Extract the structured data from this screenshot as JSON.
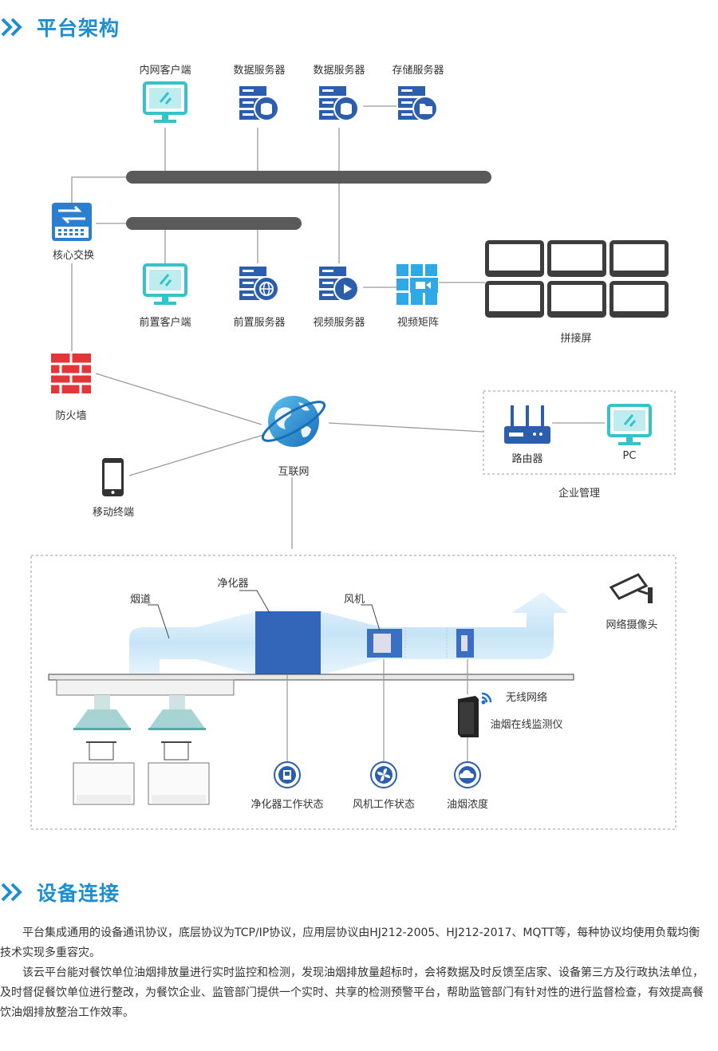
{
  "sections": {
    "architecture_title": "平台架构",
    "connection_title": "设备连接"
  },
  "nodes": {
    "intranet_client": "内网客户端",
    "data_server_1": "数据服务器",
    "data_server_2": "数据服务器",
    "storage_server": "存储服务器",
    "core_switch": "核心交换",
    "front_client": "前置客户端",
    "front_server": "前置服务器",
    "video_server": "视频服务器",
    "video_matrix": "视频矩阵",
    "splice_screen": "拼接屏",
    "firewall": "防火墙",
    "internet": "互联网",
    "mobile": "移动终端",
    "router": "路由器",
    "pc": "PC",
    "enterprise": "企业管理"
  },
  "site": {
    "duct": "烟道",
    "purifier": "净化器",
    "fan": "风机",
    "camera": "网络摄像头",
    "wireless": "无线网络",
    "monitor": "油烟在线监测仪",
    "purifier_status": "净化器工作状态",
    "fan_status": "风机工作状态",
    "smoke_density": "油烟浓度"
  },
  "text": {
    "para1": "平台集成通用的设备通讯协议，底层协议为TCP/IP协议，应用层协议由HJ212-2005、HJ212-2017、MQTT等，每种协议均使用负载均衡技术实现多重容灾。",
    "para2": "该云平台能对餐饮单位油烟排放量进行实时监控和检测，发现油烟排放量超标时，会将数据及时反馈至店家、设备第三方及行政执法单位，及时督促餐饮单位进行整改，为餐饮企业、监管部门提供一个实时、共享的检测预警平台，帮助监管部门有针对性的进行监督检查，有效提高餐饮油烟排放整治工作效率。"
  },
  "colors": {
    "accent": "#1d8fd0",
    "server_blue": "#2b5fae",
    "monitor_teal": "#35c2c9",
    "firewall_red": "#e0373a",
    "bar_gray": "#5a5a5a",
    "duct_light": "#cfe8f7"
  }
}
